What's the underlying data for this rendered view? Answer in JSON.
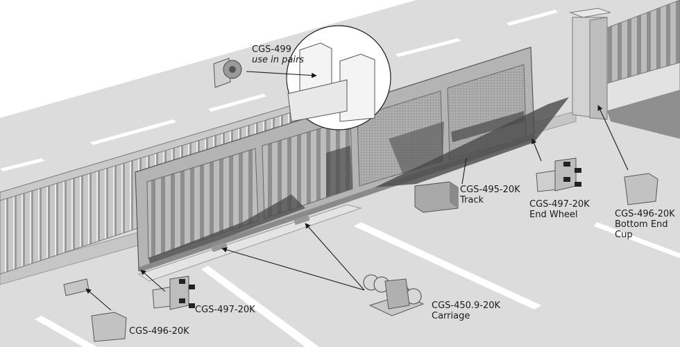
{
  "diagram": {
    "title": "Sliding gate hardware components",
    "colors": {
      "road": "#dcdcdc",
      "sky": "#ffffff",
      "road_marking": "#ffffff",
      "gate_frame": "#b4b4b4",
      "gate_shadow": "#4a4a4a",
      "callout_line": "#1a1a1a",
      "label_text": "#1a1a1a"
    },
    "callouts": [
      {
        "id": "cgs-499",
        "part": "CGS-499",
        "description": "use in pairs"
      },
      {
        "id": "cgs-495-20k",
        "part": "CGS-495-20K",
        "description": "Track"
      },
      {
        "id": "cgs-497-20k-end",
        "part": "CGS-497-20K",
        "description": "End Wheel"
      },
      {
        "id": "cgs-496-20k-cup",
        "part": "CGS-496-20K",
        "description": "Bottom End Cup"
      },
      {
        "id": "cgs-450-9-20k",
        "part": "CGS-450.9-20K",
        "description": "Carriage"
      },
      {
        "id": "cgs-497-20k",
        "part": "CGS-497-20K",
        "description": ""
      },
      {
        "id": "cgs-496-20k",
        "part": "CGS-496-20K",
        "description": ""
      }
    ]
  }
}
